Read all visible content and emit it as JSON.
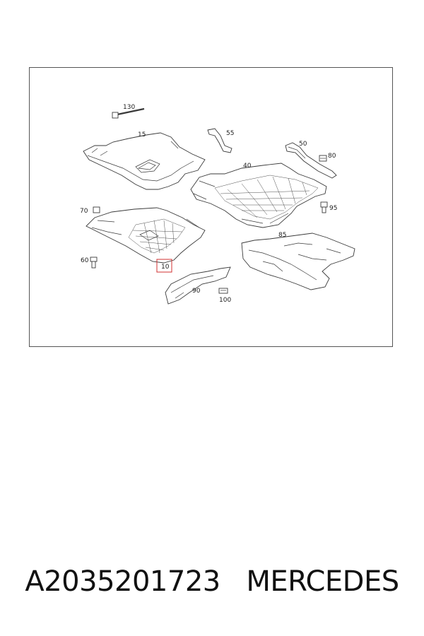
{
  "diagram": {
    "callouts": [
      {
        "id": "c130",
        "label": "130"
      },
      {
        "id": "c15",
        "label": "15"
      },
      {
        "id": "c55",
        "label": "55"
      },
      {
        "id": "c50",
        "label": "50"
      },
      {
        "id": "c80",
        "label": "80"
      },
      {
        "id": "c40",
        "label": "40"
      },
      {
        "id": "c70",
        "label": "70"
      },
      {
        "id": "c95",
        "label": "95"
      },
      {
        "id": "c85",
        "label": "85"
      },
      {
        "id": "c60",
        "label": "60"
      },
      {
        "id": "c10",
        "label": "10",
        "highlighted": true
      },
      {
        "id": "c90",
        "label": "90"
      },
      {
        "id": "c100",
        "label": "100"
      }
    ],
    "highlight_color": "#d03030",
    "line_color": "#3a3a3a"
  },
  "caption": {
    "part_number": "A2035201723",
    "brand": "MERCEDES"
  }
}
